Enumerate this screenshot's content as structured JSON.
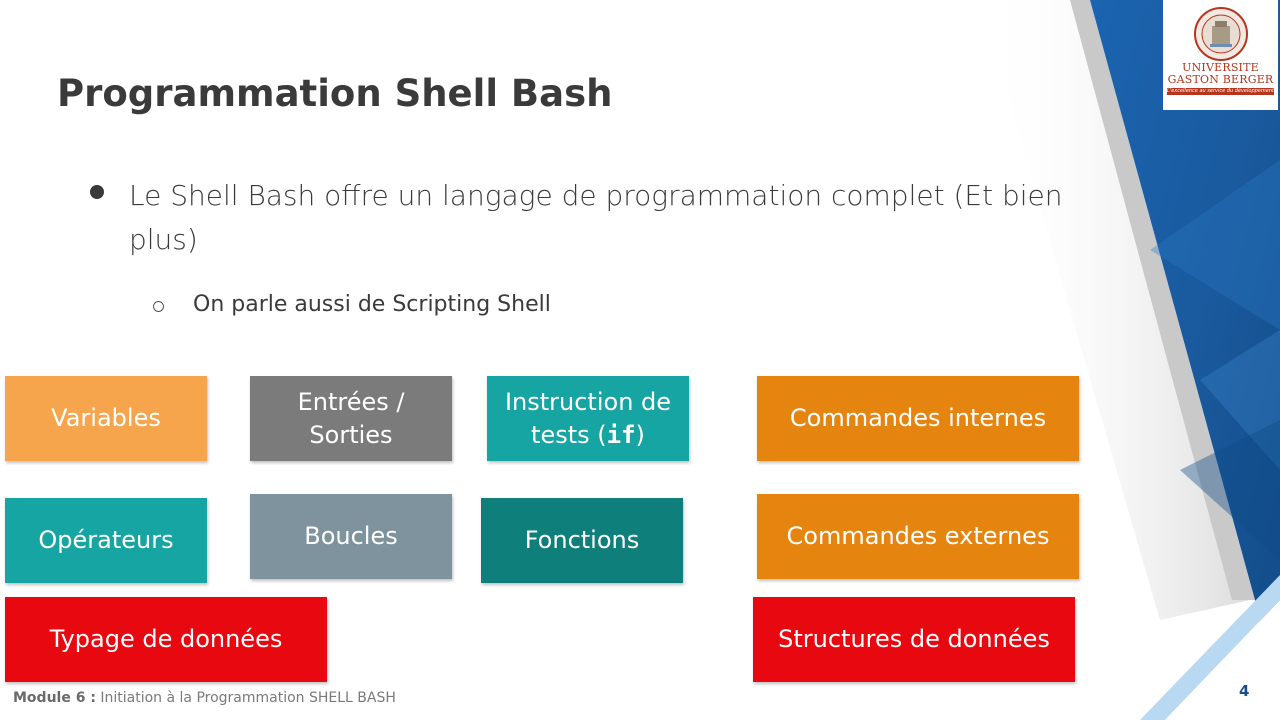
{
  "slide": {
    "title": "Programmation Shell Bash",
    "bullet": "Le Shell Bash offre un langage de programmation complet (Et bien plus)",
    "sub_bullet": "On parle aussi de Scripting Shell"
  },
  "boxes": {
    "variables": "Variables",
    "entrees_line1": "Entrées /",
    "entrees_line2": "Sorties",
    "instruction_line1": "Instruction de",
    "instruction_line2_pre": "tests (",
    "instruction_code": "if",
    "instruction_line2_post": ")",
    "commandes_internes": "Commandes internes",
    "operateurs": "Opérateurs",
    "boucles": "Boucles",
    "fonctions": "Fonctions",
    "commandes_externes": "Commandes externes",
    "typage": "Typage de données",
    "structures": "Structures de données"
  },
  "footer": {
    "module": "Module 6 :",
    "text": "Initiation à la Programmation SHELL BASH",
    "page_number": "4"
  },
  "logo": {
    "line1": "UNIVERSITE",
    "line2": "GASTON BERGER",
    "tagline": "L'excellence au service du développement"
  },
  "colors": {
    "orange_light": "#f6a54c",
    "gray_dark": "#7b7b7b",
    "teal": "#17a5a3",
    "orange": "#e68410",
    "gray_blue": "#7e939d",
    "teal_dark": "#0f7f7b",
    "red": "#e8080f",
    "blue": "#1a5a9e"
  }
}
